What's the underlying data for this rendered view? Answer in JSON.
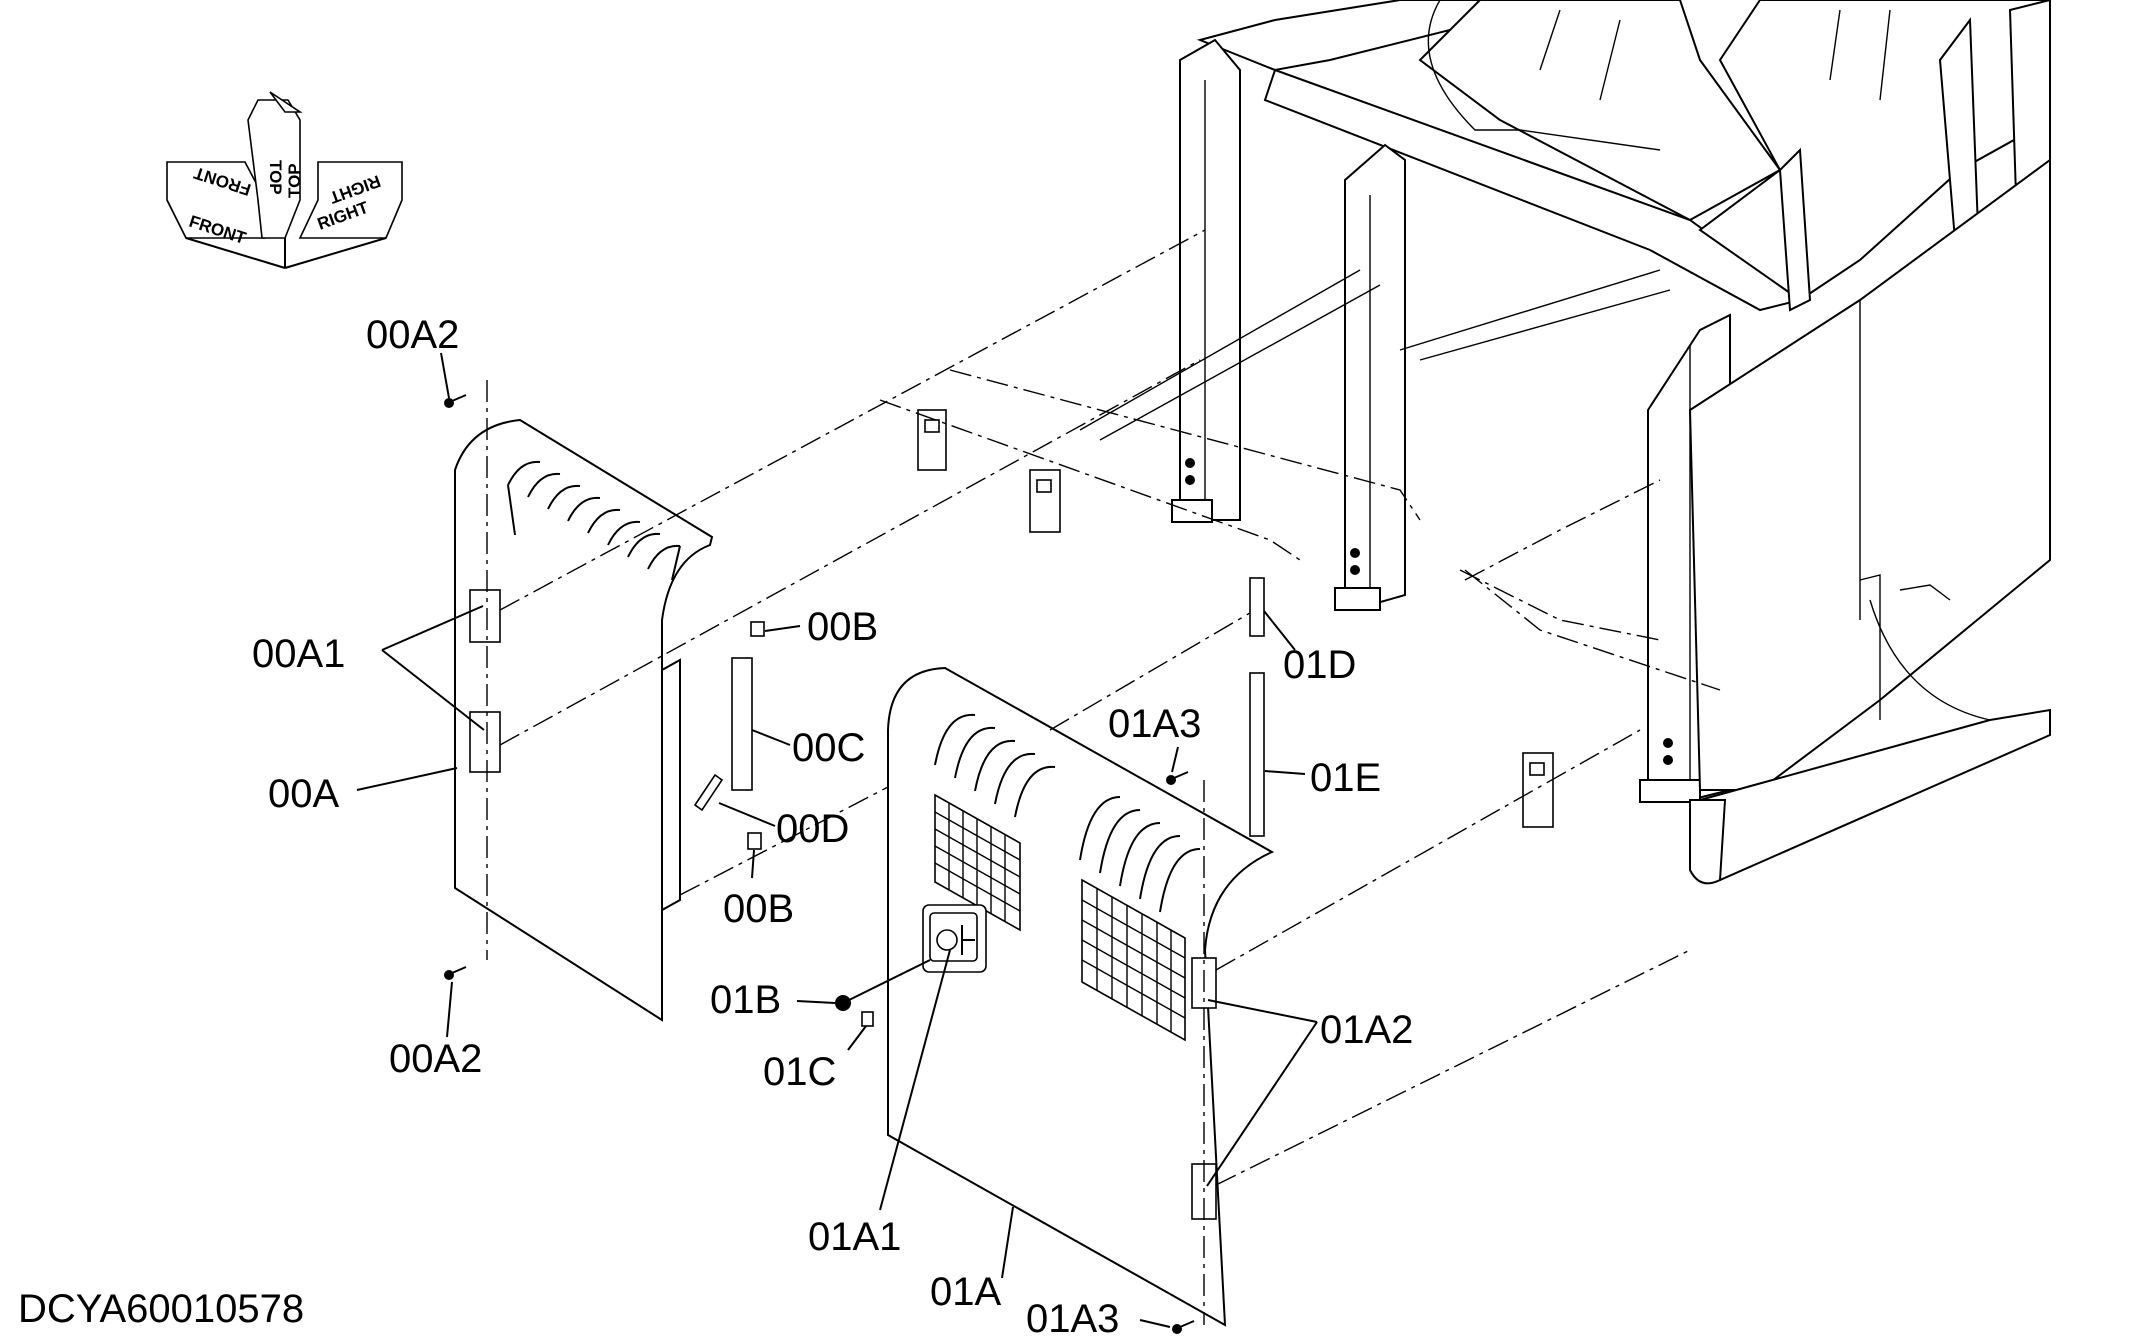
{
  "orientation": {
    "front": "FRONT",
    "top": "TOP",
    "right": "RIGHT"
  },
  "callouts": [
    "00A2",
    "00A1",
    "00A",
    "00A2",
    "00B",
    "00C",
    "00D",
    "00B",
    "01D",
    "01A3",
    "01E",
    "01B",
    "01C",
    "01A2",
    "01A1",
    "01A",
    "01A3"
  ],
  "document_id": "DCYA60010578"
}
